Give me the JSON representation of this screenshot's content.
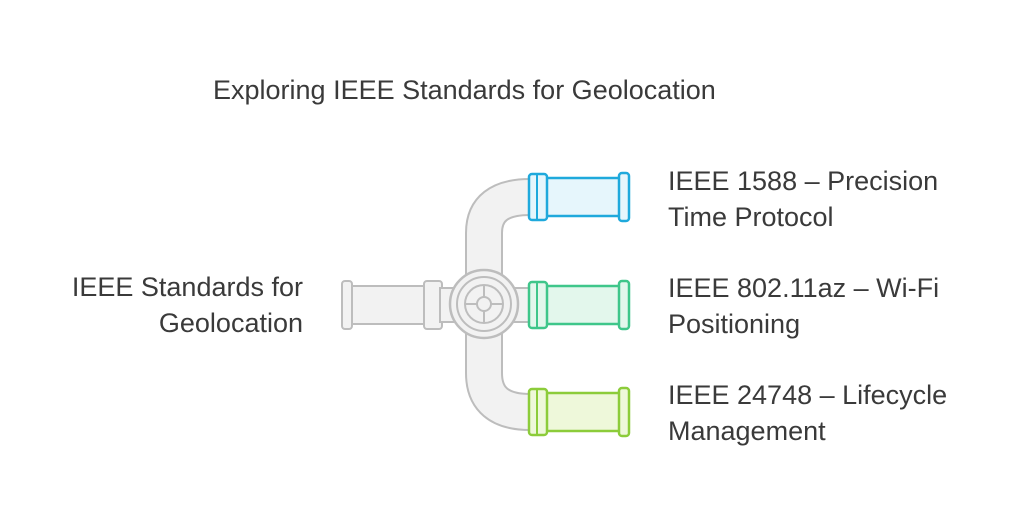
{
  "title": "Exploring IEEE Standards for Geolocation",
  "source": {
    "line1": "IEEE Standards for",
    "line2": "Geolocation"
  },
  "branches": [
    {
      "line1": "IEEE 1588 – Precision",
      "line2": "Time Protocol",
      "color": "#1fa9dc",
      "fill": "#e6f6fc"
    },
    {
      "line1": "IEEE 802.11az – Wi-Fi",
      "line2": "Positioning",
      "color": "#3fc68a",
      "fill": "#e3f7ec"
    },
    {
      "line1": "IEEE 24748 – Lifecycle",
      "line2": "Management",
      "color": "#8ccc3a",
      "fill": "#eef8da"
    }
  ],
  "pipe_color": "#bdbdbd",
  "pipe_fill": "#f2f2f2"
}
